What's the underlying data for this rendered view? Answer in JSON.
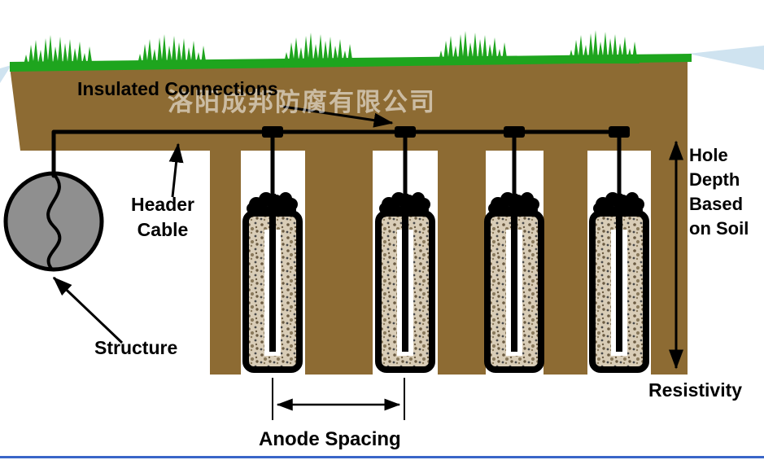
{
  "diagram": {
    "watermark": "洛阳成邦防腐有限公司",
    "labels": {
      "insulated_connections": "Insulated Connections",
      "header_cable_lines": [
        "Header",
        "Cable"
      ],
      "structure": "Structure",
      "anode_spacing": "Anode Spacing",
      "hole_depth_lines": [
        "Hole",
        "Depth",
        "Based",
        "on Soil"
      ],
      "resistivity": "Resistivity"
    },
    "components": {
      "anode_count": 4,
      "description_items": [
        "soil cross-section",
        "grass surface",
        "header cable",
        "insulated connections",
        "anode backfill columns",
        "structure"
      ]
    },
    "colors": {
      "soil": "#8d6b33",
      "grass": "#1ea51e",
      "backfill": "#d9cdb7",
      "structure_fill": "#8f8f8f",
      "cable": "#000000",
      "sky": "#cfe3f0",
      "bottom_bar": "#3a66c8"
    }
  }
}
